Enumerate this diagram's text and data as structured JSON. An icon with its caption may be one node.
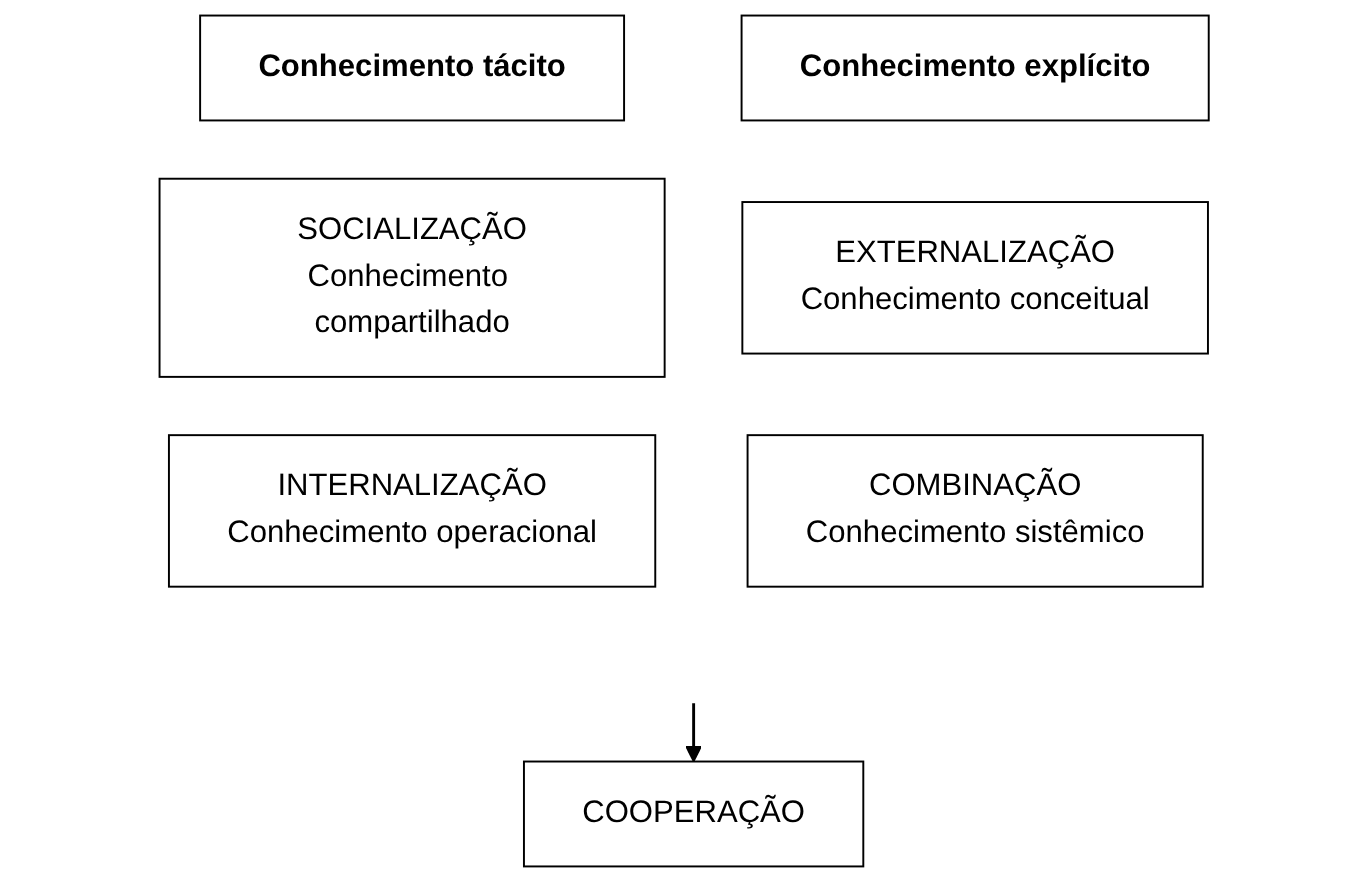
{
  "diagram": {
    "nodes": [
      {
        "text": [
          "Conhecimento tácito"
        ]
      },
      {
        "text": [
          "Conhecimento explícito"
        ]
      },
      {
        "text": [
          "SOCIALIZAÇÃO",
          "Conhecimento compartilhado"
        ]
      },
      {
        "text": [
          "EXTERNALIZAÇÃO",
          "Conhecimento conceitual"
        ]
      },
      {
        "text": [
          "INTERNALIZAÇÃO",
          "Conhecimento operacional"
        ]
      },
      {
        "text": [
          "COMBINAÇÃO",
          "Conhecimento sistêmico"
        ]
      },
      {
        "text": [
          "COOPERAÇÃO"
        ]
      }
    ],
    "edges": [
      {
        "from": null,
        "to": 6,
        "arrow": "to"
      }
    ]
  }
}
